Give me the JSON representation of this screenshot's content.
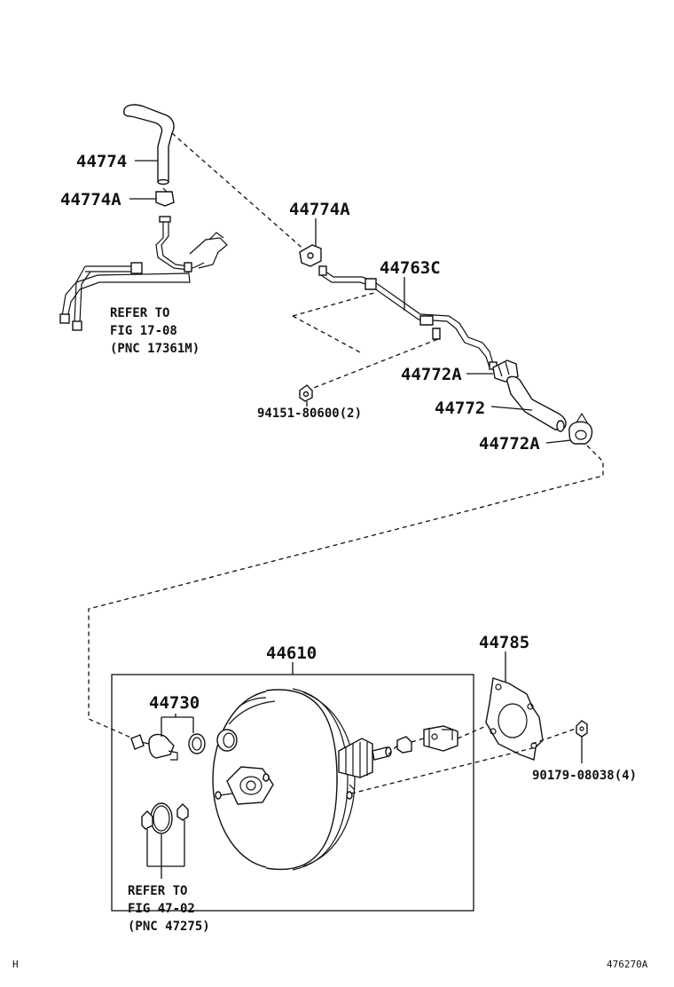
{
  "labels": {
    "p44774": "44774",
    "p44774A_left": "44774A",
    "p44774A_right": "44774A",
    "p44763C": "44763C",
    "refer_top_1": "REFER TO",
    "refer_top_2": "FIG 17-08",
    "refer_top_3": "(PNC 17361M)",
    "p44772A_upper": "44772A",
    "p94151": "94151-80600(2)",
    "p44772": "44772",
    "p44772A_lower": "44772A",
    "p44610": "44610",
    "p44785": "44785",
    "p44730": "44730",
    "p90179": "90179-08038(4)",
    "refer_bot_1": "REFER TO",
    "refer_bot_2": "FIG 47-02",
    "refer_bot_3": "(PNC 47275)",
    "corner_left": "H",
    "corner_right": "476270A"
  }
}
